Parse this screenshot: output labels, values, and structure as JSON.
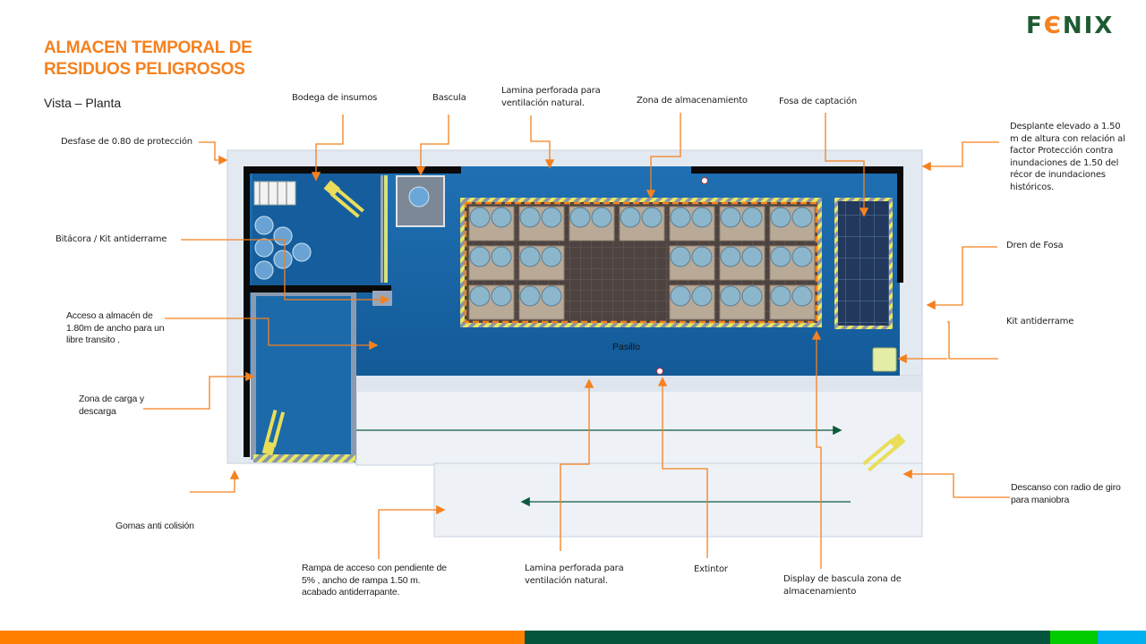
{
  "header": {
    "title_line1": "ALMACEN TEMPORAL DE",
    "title_line2": "RESIDUOS PELIGROSOS",
    "subtitle": "Vista – Planta"
  },
  "logo": {
    "text_f": "F",
    "text_e": "Є",
    "text_nix": "NI",
    "text_x": "X",
    "brand_green": "#1f5b32",
    "brand_orange": "#f5811f"
  },
  "labels": {
    "desfase": "Desfase de 0.80 de protección",
    "bodega": "Bodega de insumos",
    "bascula": "Bascula",
    "lamina_top_1": "Lamina perforada para",
    "lamina_top_2": "ventilación natural.",
    "zona_almacenamiento": "Zona de almacenamiento",
    "fosa_captacion": "Fosa de captación",
    "desplante_1": "Desplante elevado a 1.50",
    "desplante_2": "m de altura con relación al",
    "desplante_3": "factor Protección contra",
    "desplante_4": "inundaciones de 1.50 del",
    "desplante_5": "récor de inundaciones",
    "desplante_6": "históricos.",
    "bitacora": "Bitácora / Kit antiderrame",
    "dren_fosa": "Dren de Fosa",
    "acceso_1": "Acceso a almacén de",
    "acceso_2": "1.80m de ancho para un",
    "acceso_3": "libre transito .",
    "kit_antiderrame": "Kit antiderrame",
    "zona_carga_1": "Zona de carga y",
    "zona_carga_2": "descarga",
    "gomas": "Gomas anti colisión",
    "descanso_1": "Descanso con radio de giro",
    "descanso_2": "para maniobra",
    "rampa_1": "Rampa de acceso con pendiente de",
    "rampa_2": "5% , ancho de rampa 1.50 m.",
    "rampa_3": "acabado antiderrapante.",
    "lamina_bottom_1": "Lamina perforada para",
    "lamina_bottom_2": "ventilación natural.",
    "extintor": "Extintor",
    "display_1": "Display de bascula zona de",
    "display_2": "almacenamiento",
    "pasillo": "Pasillo"
  },
  "colors": {
    "accent_orange": "#f5811f",
    "floor_blue": "#1a68a8",
    "wall_black": "#0a0a0a",
    "flow_arrow_green": "#0d5a3c"
  },
  "footer_bar": {
    "segments": [
      {
        "name": "orange",
        "color": "#ff8000"
      },
      {
        "name": "dark-green",
        "color": "#03553d"
      },
      {
        "name": "bright-green",
        "color": "#00cc00"
      },
      {
        "name": "cyan",
        "color": "#00b0f0"
      }
    ]
  },
  "storage": {
    "bays": 7,
    "rows": 3,
    "drums_per_pallet": 2,
    "empty_pallets": [
      [
        1,
        2
      ],
      [
        2,
        2
      ],
      [
        1,
        3
      ],
      [
        2,
        3
      ]
    ]
  }
}
